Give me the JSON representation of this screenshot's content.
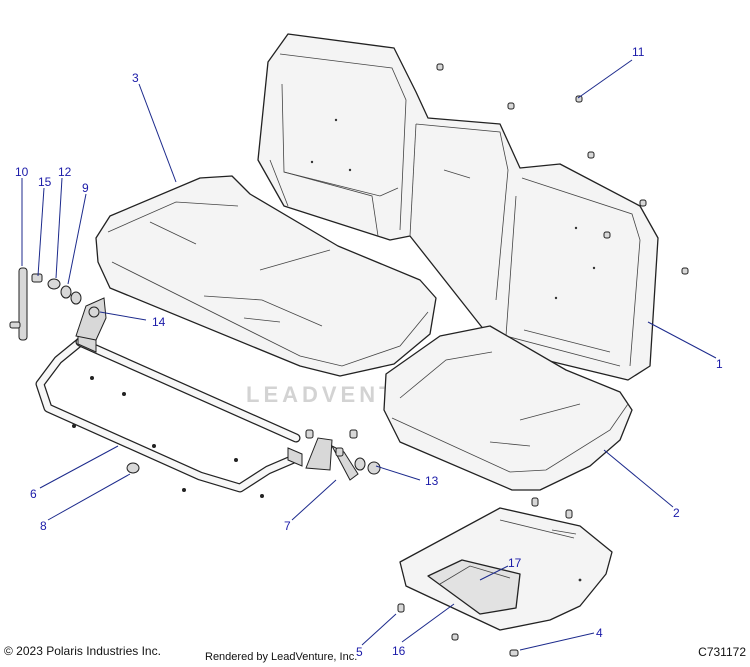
{
  "callouts": [
    {
      "id": "c1",
      "label": "1"
    },
    {
      "id": "c2",
      "label": "2"
    },
    {
      "id": "c3",
      "label": "3"
    },
    {
      "id": "c4",
      "label": "4"
    },
    {
      "id": "c5",
      "label": "5"
    },
    {
      "id": "c6",
      "label": "6"
    },
    {
      "id": "c7",
      "label": "7"
    },
    {
      "id": "c8",
      "label": "8"
    },
    {
      "id": "c9",
      "label": "9"
    },
    {
      "id": "c10",
      "label": "10"
    },
    {
      "id": "c11",
      "label": "11"
    },
    {
      "id": "c12",
      "label": "12"
    },
    {
      "id": "c13",
      "label": "13"
    },
    {
      "id": "c14",
      "label": "14"
    },
    {
      "id": "c15",
      "label": "15"
    },
    {
      "id": "c16",
      "label": "16"
    },
    {
      "id": "c17",
      "label": "17"
    }
  ],
  "watermark": {
    "text": "LEADVENTURE"
  },
  "footer": {
    "copyright": "© 2023 Polaris Industries Inc.",
    "rendered_by": "Rendered by LeadVenture, Inc.",
    "figure_code": "C731172"
  },
  "colors": {
    "callout": "#1a1aa8",
    "leader": "#1c2a8c",
    "watermark": "#d3d3d3"
  }
}
